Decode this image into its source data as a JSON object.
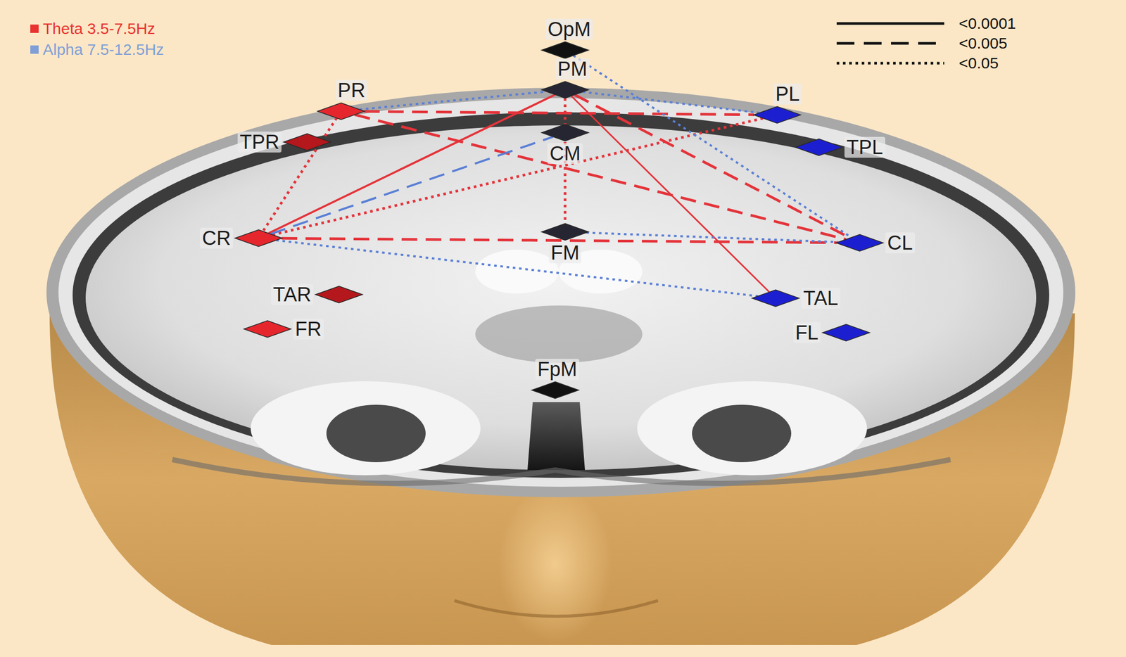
{
  "diagram": {
    "nodes": [
      {
        "text": [
          "OpM"
        ]
      },
      {
        "text": [
          "PR"
        ]
      },
      {
        "text": [
          "PM"
        ]
      },
      {
        "text": [
          "PL"
        ]
      },
      {
        "text": [
          "TPR"
        ]
      },
      {
        "text": [
          "CM"
        ]
      },
      {
        "text": [
          "TPL"
        ]
      },
      {
        "text": [
          "CR"
        ]
      },
      {
        "text": [
          "FM"
        ]
      },
      {
        "text": [
          "CL"
        ]
      },
      {
        "text": [
          "TAR"
        ]
      },
      {
        "text": [
          "TAL"
        ]
      },
      {
        "text": [
          "FR"
        ]
      },
      {
        "text": [
          "FL"
        ]
      },
      {
        "text": [
          "FpM"
        ]
      }
    ],
    "edges": [
      {
        "from": 2,
        "to": 7,
        "arrow": "none"
      },
      {
        "from": 2,
        "to": 11,
        "arrow": "none"
      },
      {
        "from": 1,
        "to": 3,
        "arrow": "none"
      },
      {
        "from": 1,
        "to": 9,
        "arrow": "none"
      },
      {
        "from": 2,
        "to": 9,
        "arrow": "none"
      },
      {
        "from": 7,
        "to": 9,
        "arrow": "none"
      },
      {
        "from": 2,
        "to": 8,
        "arrow": "none"
      },
      {
        "from": 1,
        "to": 7,
        "arrow": "none"
      },
      {
        "from": 7,
        "to": 3,
        "arrow": "none"
      },
      {
        "from": 7,
        "to": 5,
        "arrow": "none"
      },
      {
        "from": 1,
        "to": 2,
        "arrow": "none"
      },
      {
        "from": 0,
        "to": 9,
        "arrow": "none"
      },
      {
        "from": 7,
        "to": 11,
        "arrow": "none"
      },
      {
        "from": 8,
        "to": 9,
        "arrow": "none"
      },
      {
        "from": 2,
        "to": 3,
        "arrow": "none"
      }
    ],
    "legend": [
      {
        "text": "Theta 3.5-7.5Hz",
        "color": "#e8332f"
      },
      {
        "text": "Alpha 7.5-12.5Hz",
        "color": "#7f9fd6"
      },
      {
        "text": "<0.0001"
      },
      {
        "text": "<0.005"
      },
      {
        "text": "<0.05"
      }
    ]
  }
}
